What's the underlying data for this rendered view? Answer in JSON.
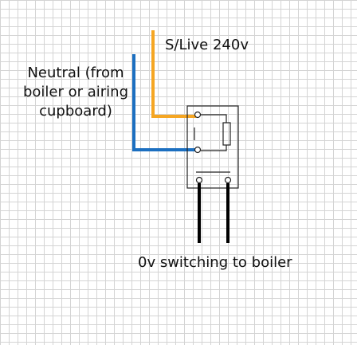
{
  "labels": {
    "live": "S/Live 240v",
    "neutral": [
      "Neutral (from",
      "boiler or airing",
      "cupboard)"
    ],
    "switching": "0v switching to boiler"
  },
  "colors": {
    "live_wire": "#f5a623",
    "neutral_wire": "#1c6fc0",
    "switching_wires": "#000000",
    "relay_outline": "#222222",
    "grid": "#d4d4d4"
  }
}
